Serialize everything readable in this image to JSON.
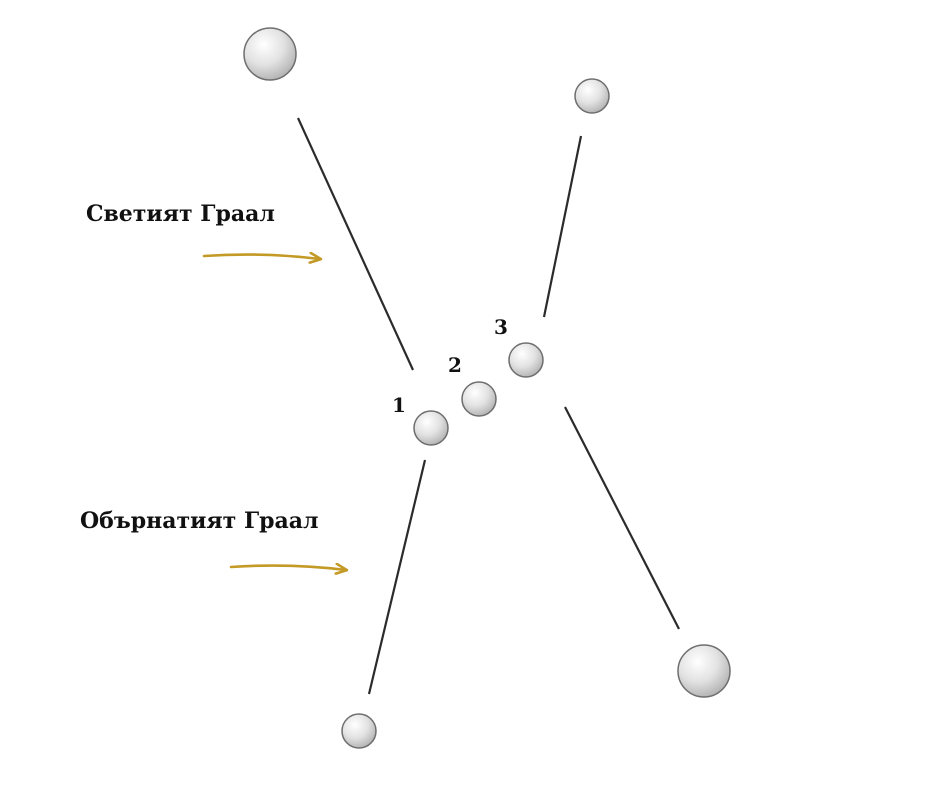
{
  "labels": {
    "holy_grail": "Светият Граал",
    "inverted_grail": "Обърнатият Граал"
  },
  "numbers": {
    "one": "1",
    "two": "2",
    "three": "3"
  },
  "colors": {
    "arrow": "#c49a26",
    "line": "#2b2b2b",
    "circle_fill_light": "#ffffff",
    "circle_fill_dark": "#bdbdbd",
    "circle_stroke": "#6e6e6e"
  }
}
